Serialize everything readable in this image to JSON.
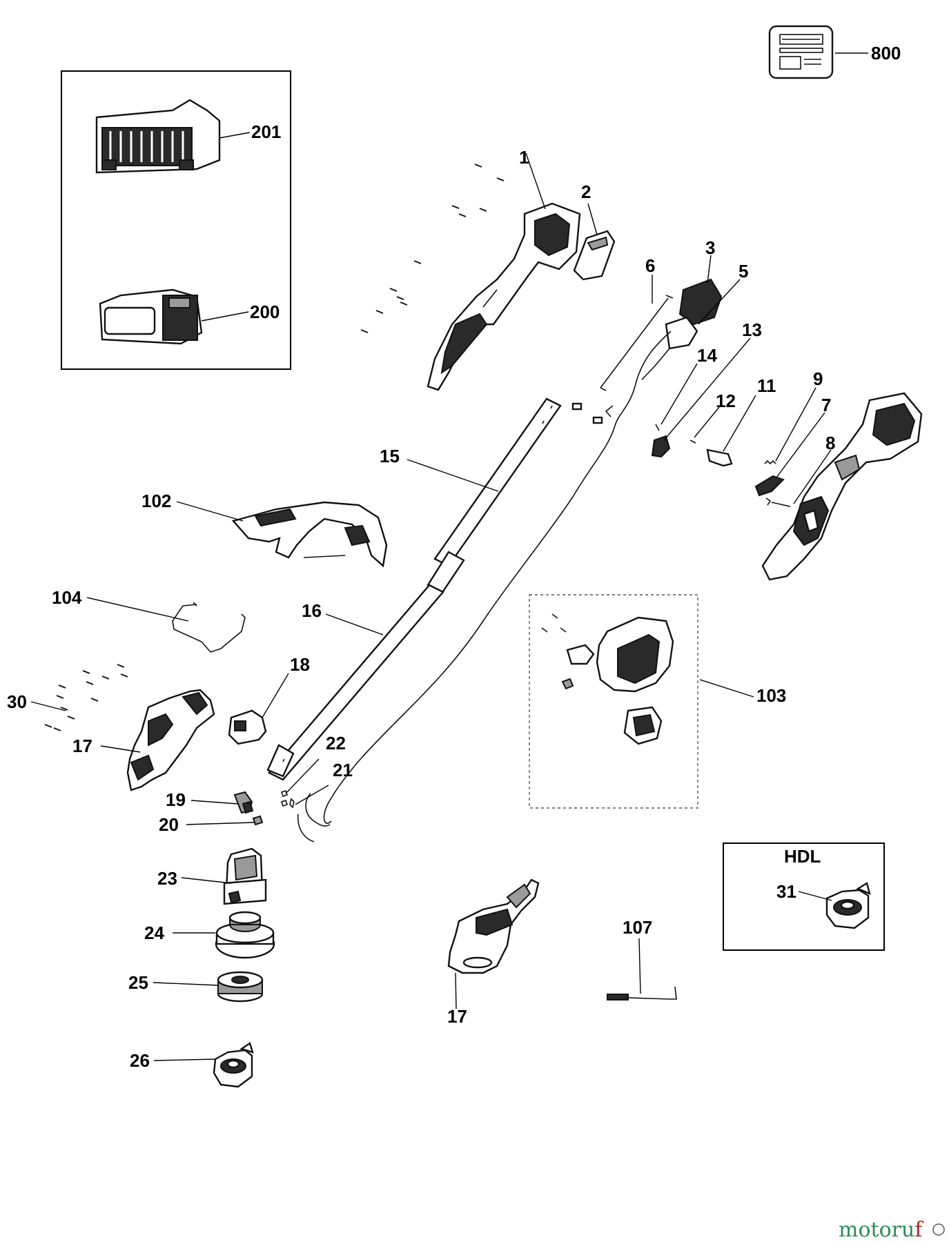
{
  "callouts": {
    "c800": "800",
    "c201": "201",
    "c200": "200",
    "c1": "1",
    "c2": "2",
    "c3": "3",
    "c5": "5",
    "c6": "6",
    "c13": "13",
    "c14": "14",
    "c12": "12",
    "c11": "11",
    "c9": "9",
    "c7": "7",
    "c8": "8",
    "c15": "15",
    "c102": "102",
    "c104": "104",
    "c16": "16",
    "c18": "18",
    "c30": "30",
    "c17a": "17",
    "c22": "22",
    "c21": "21",
    "c19": "19",
    "c20": "20",
    "c23": "23",
    "c24": "24",
    "c25": "25",
    "c26": "26",
    "c17b": "17",
    "c107": "107",
    "c103": "103",
    "c31": "31"
  },
  "hdl_label": "HDL",
  "watermark": {
    "prefix": "motoru",
    "suffix": "f"
  },
  "colors": {
    "watermark_green": "#2e8b57",
    "watermark_red": "#b22222"
  }
}
